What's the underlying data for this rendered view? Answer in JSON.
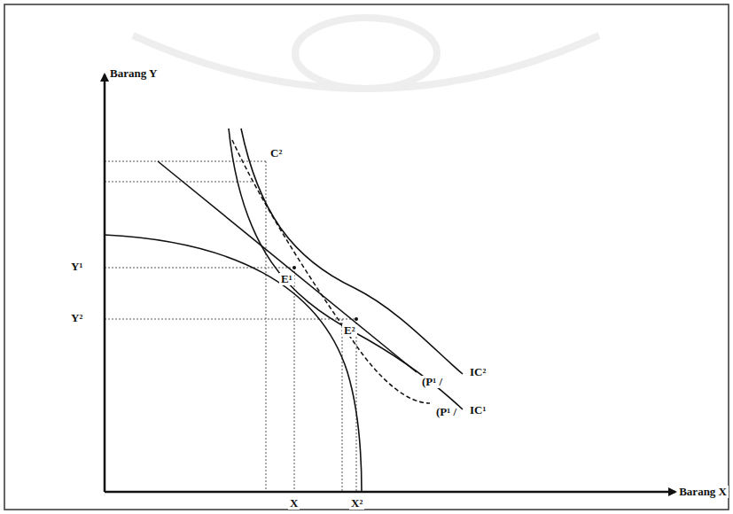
{
  "diagram": {
    "labels": [
      "Barang Y",
      "C²",
      "Y¹",
      "E¹",
      "IC²",
      "Y²",
      "E²",
      "IC¹",
      "(P¹ /",
      "(P¹ /",
      "X",
      "X²",
      "Barang X"
    ]
  }
}
